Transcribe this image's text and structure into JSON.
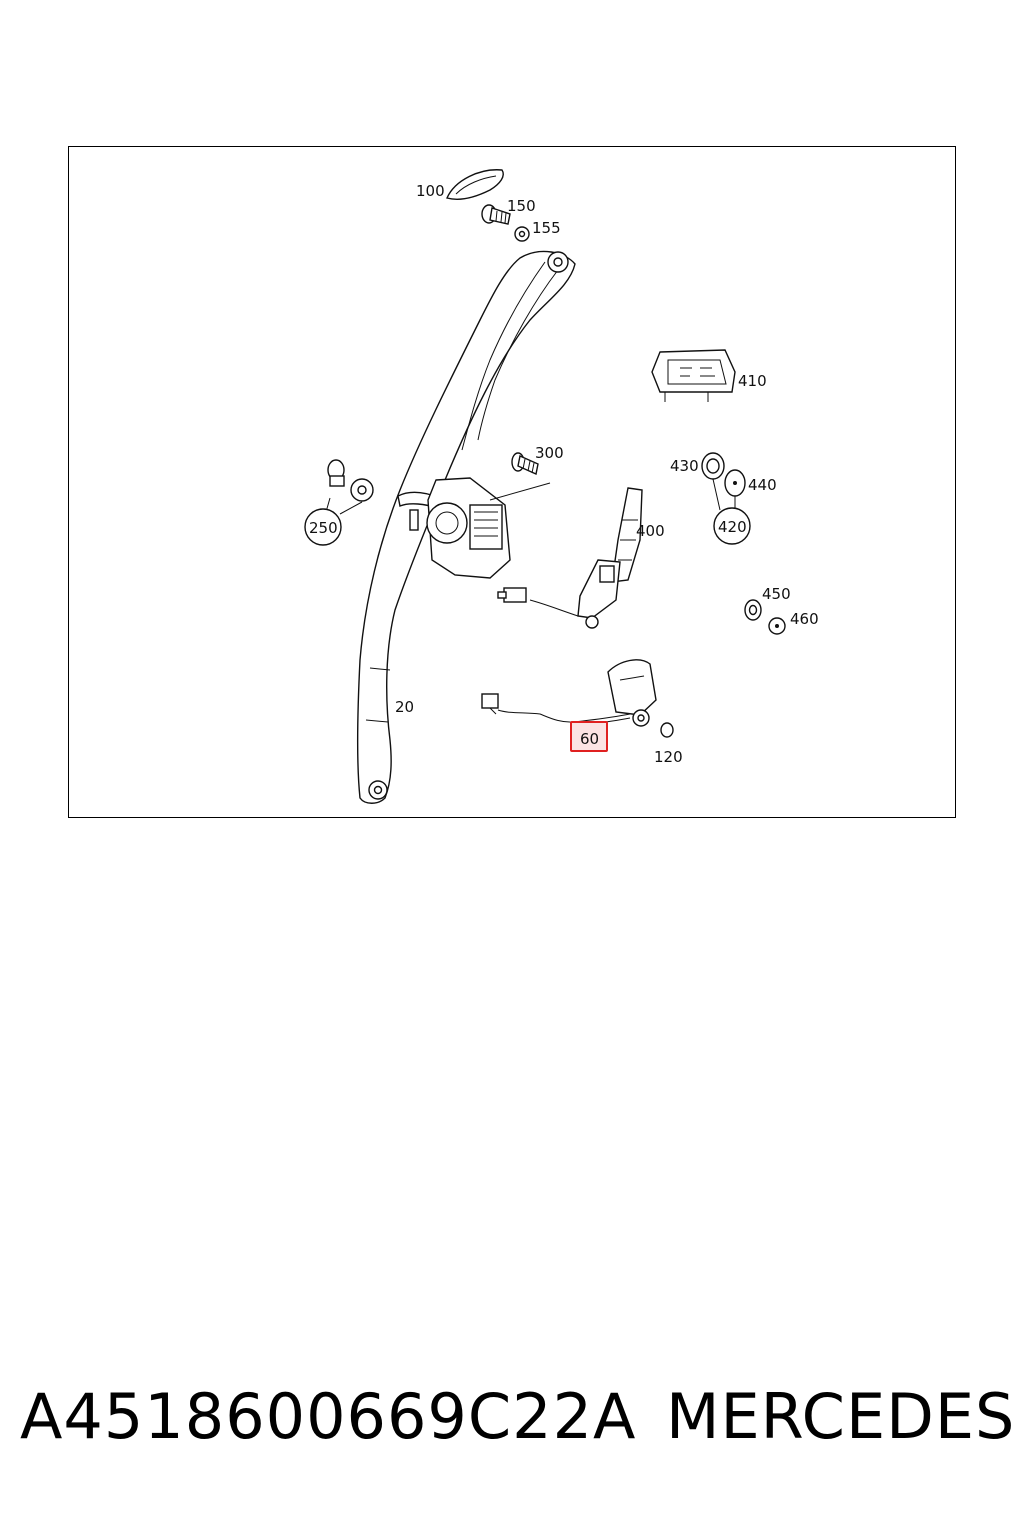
{
  "diagram": {
    "labels": {
      "l100": "100",
      "l150": "150",
      "l155": "155",
      "l410": "410",
      "l300": "300",
      "l430": "430",
      "l440": "440",
      "l250": "250",
      "l420": "420",
      "l400": "400",
      "l450": "450",
      "l460": "460",
      "l20": "20",
      "l60": "60",
      "l120": "120"
    },
    "highlight_color": "#e02020",
    "highlight_fill": "#fbe3e3"
  },
  "footer": {
    "part_number": "A4518600669C22A",
    "brand": "MERCEDES"
  }
}
